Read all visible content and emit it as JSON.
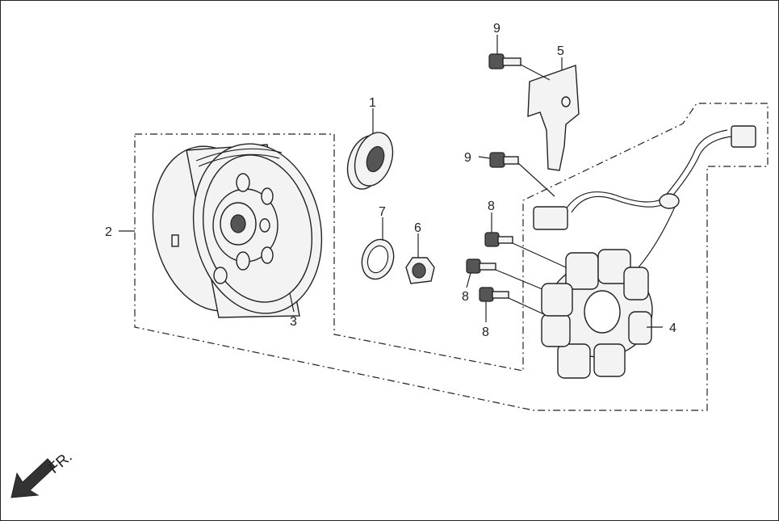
{
  "callouts": {
    "c1": "1",
    "c2": "2",
    "c3": "3",
    "c4": "4",
    "c5": "5",
    "c6": "6",
    "c7": "7",
    "c8a": "8",
    "c8b": "8",
    "c8c": "8",
    "c9a": "9",
    "c9b": "9"
  },
  "direction_label": "FR.",
  "colors": {
    "line": "#222222",
    "fill": "#f3f3f3",
    "shade": "#555555"
  },
  "icons": {
    "front_arrow": "arrow-down-left-icon"
  }
}
